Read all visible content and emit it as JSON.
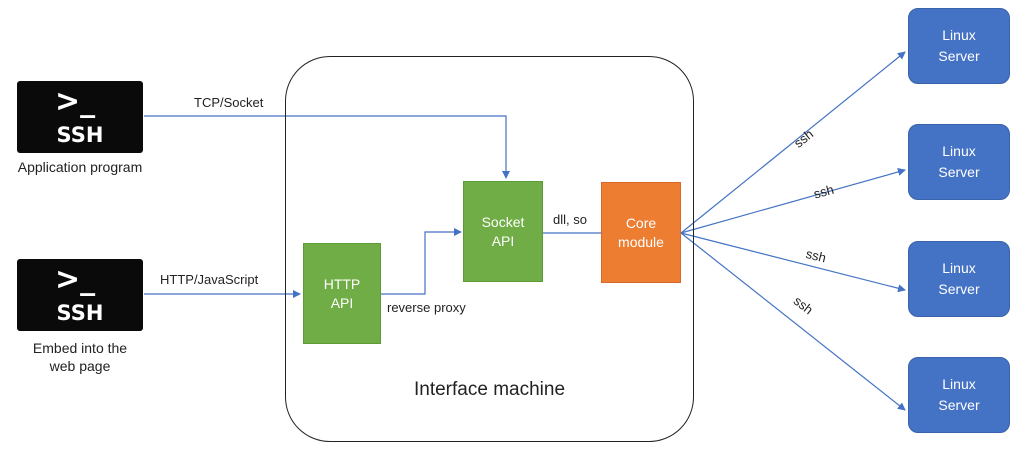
{
  "terminals": {
    "app": {
      "prompt": ">_",
      "label": "SSH",
      "caption": "Application program"
    },
    "web": {
      "prompt": ">_",
      "label": "SSH",
      "caption_line1": "Embed into the",
      "caption_line2": "web page"
    }
  },
  "container": {
    "label": "Interface machine"
  },
  "nodes": {
    "socket_api": {
      "line1": "Socket",
      "line2": "API"
    },
    "http_api": {
      "line1": "HTTP",
      "line2": "API"
    },
    "core": {
      "line1": "Core",
      "line2": "module"
    }
  },
  "edge_labels": {
    "tcp": "TCP/Socket",
    "http": "HTTP/JavaScript",
    "reverse_proxy": "reverse proxy",
    "dll": "dll, so",
    "ssh1": "ssh",
    "ssh2": "ssh",
    "ssh3": "ssh",
    "ssh4": "ssh"
  },
  "servers": [
    {
      "line1": "Linux",
      "line2": "Server"
    },
    {
      "line1": "Linux",
      "line2": "Server"
    },
    {
      "line1": "Linux",
      "line2": "Server"
    },
    {
      "line1": "Linux",
      "line2": "Server"
    }
  ],
  "colors": {
    "edge": "#4472c4",
    "green_node": "#70ad47",
    "orange_node": "#ed7d31",
    "server": "#4472c4",
    "terminal": "#0a0a0a"
  }
}
